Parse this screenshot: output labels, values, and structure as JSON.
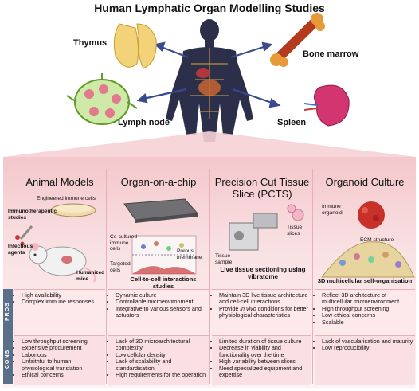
{
  "title": "Human Lymphatic Organ Modelling Studies",
  "organs": {
    "thymus": "Thymus",
    "bone_marrow": "Bone marrow",
    "lymph_node": "Lymph node",
    "spleen": "Spleen"
  },
  "columns": [
    {
      "heading": "Animal Models",
      "labels": {
        "engineered": "Engineered immune cells",
        "immuno": "Immunotherapeutic studies",
        "infectious": "Infectious agents",
        "humanized": "Humanized mice"
      },
      "pros": [
        "High availability",
        "Complex immune responses"
      ],
      "cons": [
        "Low throughput screening",
        "Expensive procurement",
        "Laborious",
        "Unfaithful to human physiological translation",
        "Ethical concerns"
      ]
    },
    {
      "heading": "Organ-on-a-chip",
      "labels": {
        "coculture": "Co-cultured immune cells",
        "porous": "Porous membrane",
        "targeted": "Targeted cells",
        "caption": "Cell-to-cell interactions studies"
      },
      "pros": [
        "Dynamic culture",
        "Controllable microenvironment",
        "Integrative to various sensors and actuators"
      ],
      "cons": [
        "Lack of 3D microarchitectural complexity",
        "Low cellular density",
        "Lack of scalability and standardisation",
        "High requirements for the operation"
      ]
    },
    {
      "heading": "Precision Cut Tissue Slice (PCTS)",
      "labels": {
        "tissue_slices": "Tissue slices",
        "tissue_sample": "Tissue sample",
        "caption": "Live tissue sectioning using vibratome"
      },
      "pros": [
        "Maintain 3D live tissue architecture and cell-cell interactions",
        "Provide in vivo conditions for better physiological characteristics"
      ],
      "cons": [
        "Limited duration of tissue culture",
        "Decrease in viability and functionality over the time",
        "High variability between slices",
        "Need specialized equipment and expertise"
      ]
    },
    {
      "heading": "Organoid Culture",
      "labels": {
        "immune_organoid": "Immune organoid",
        "ecm": "ECM structure",
        "caption": "3D multicellular self-organisation"
      },
      "pros": [
        "Reflect 3D architecture of multicellular microenvironment",
        "High throughput screening",
        "Low ethical concerns",
        "Scalable"
      ],
      "cons": [
        "Lack of vascularisation and maturity",
        "Low reproducibility"
      ]
    }
  ],
  "side_tabs": {
    "pros": "PROS",
    "cons": "CONS"
  },
  "colors": {
    "pink_bg": "#f4c7cb",
    "tab": "#5a6f8a",
    "arrow": "#3a4a8c",
    "thymus": "#f3d37a",
    "spleen": "#d2356f",
    "lymph": "#8cc63f"
  }
}
